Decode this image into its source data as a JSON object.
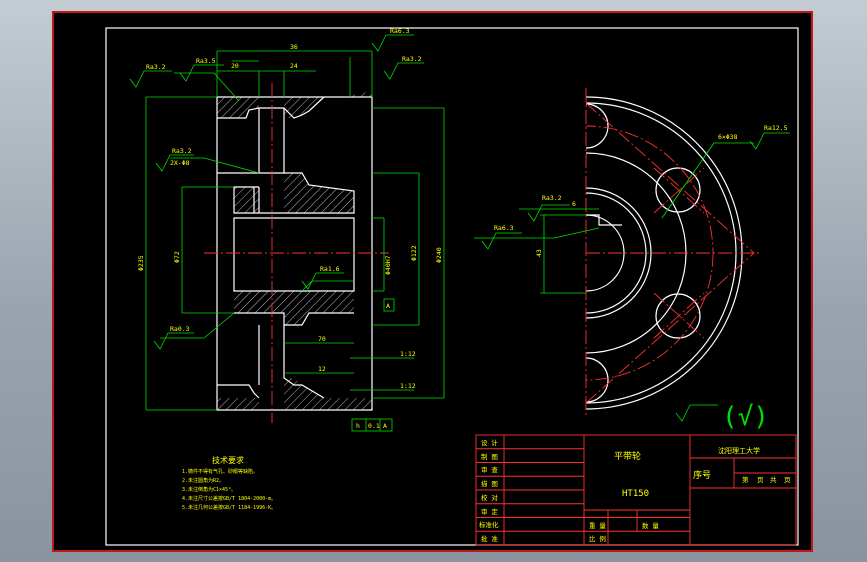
{
  "colors": {
    "background": "#000000",
    "border": "#ffffff",
    "outer_frame": "#c21818",
    "outline": "#ffffff",
    "dimension": "#00e000",
    "centerline": "#ff3030",
    "hatch": "#b8b8b8",
    "title_block": "#ff3030",
    "text": "#ffff00",
    "desktop": "#9aa4ae"
  },
  "section_view": {
    "dims": {
      "top_width": "36",
      "hub_left": "20",
      "hub_width": "24",
      "outer_dia": "Φ235",
      "hub_dia": "Φ72",
      "bore_dia": "Φ40H7",
      "hub_ring_dia": "Φ122",
      "rim_dia": "Φ240",
      "hub_len": "70",
      "web": "12"
    },
    "roughness": {
      "top_right": "Ra6.3",
      "top_left_a": "Ra3.2",
      "top_left_b": "Ra3.5",
      "top_right_b": "Ra3.2",
      "mid_left": "Ra3.2",
      "bore": "Ra1.6",
      "bottom_left": "Ra0.3"
    },
    "notes": {
      "rim_note": "2X-Φ8",
      "taper_1": "1:12",
      "taper_2": "1:12",
      "datum": "A",
      "tolerance": [
        "h",
        "0.1",
        "A"
      ]
    }
  },
  "end_view": {
    "roughness": {
      "keyway": "Ra3.2",
      "hub": "Ra6.3",
      "rim": "Ra12.5"
    },
    "dims": {
      "keyway_width": "6",
      "hub_height": "43",
      "hole_circle": "6×Φ38"
    },
    "symbol_general": "(√)"
  },
  "tech_requirements": {
    "title": "技术要求",
    "items": [
      "1.铸件不得有气孔、砂眼等缺陷。",
      "2.未注圆角为R2。",
      "3.未注倒角为C1×45°。",
      "4.未注尺寸公差按GB/T 1804-2000-m。",
      "5.未注几何公差按GB/T 1184-1996-K。"
    ]
  },
  "title_block": {
    "part_name": "平带轮",
    "material": "HT150",
    "school": "沈阳理工大学",
    "serial_label": "序号",
    "sheet_info": [
      "第",
      "页",
      "共",
      "页"
    ],
    "left_rows": [
      "设 计",
      "制 图",
      "审 查",
      "描 图",
      "校 对",
      "审 定",
      "标准化",
      "批 准"
    ],
    "weight_label": "重 量",
    "quantity_label": "数 量",
    "scale_label": "比 例"
  }
}
